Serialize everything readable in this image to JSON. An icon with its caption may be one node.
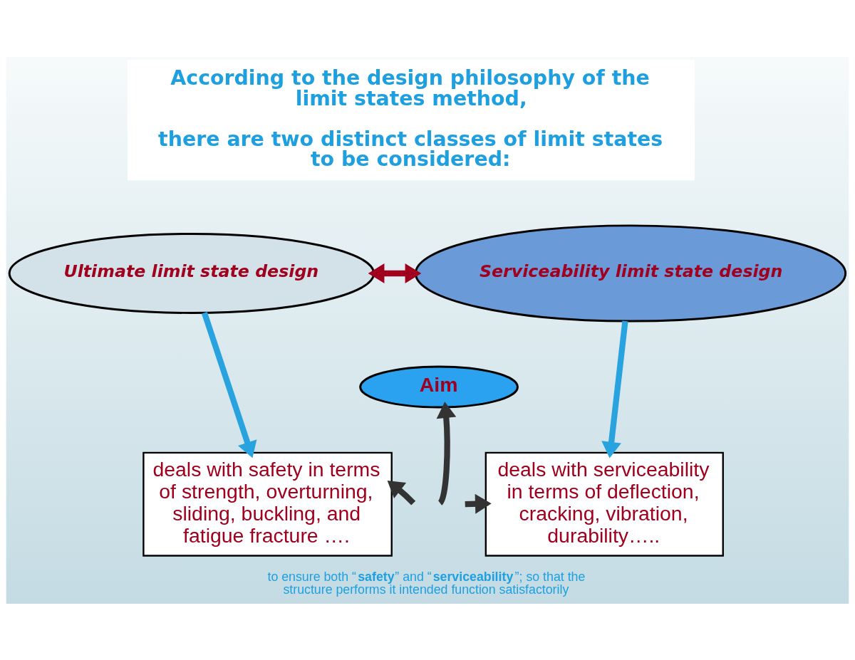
{
  "diagram": {
    "caption": "to ensure both “**safety**” and “**serviceability**”; so that the structure performs it intended function satisfactorily",
    "nodes": [
      {
        "text": [
          "According to the design philosophy of the limit states method,",
          "there are two distinct classes of limit states to be considered:"
        ]
      },
      {
        "text": [
          "Ultimate limit state design"
        ]
      },
      {
        "text": [
          "Serviceability limit state design"
        ]
      },
      {
        "text": [
          "Aim"
        ]
      },
      {
        "text": [
          "deals with safety in terms of strength, overturning, sliding, buckling, and fatigue fracture …."
        ]
      },
      {
        "text": [
          "deals with serviceability in terms of deflection, cracking, vibration, durability….."
        ]
      }
    ],
    "edges": [
      {
        "from": 1,
        "to": 2,
        "arrow": "both",
        "color": "#a0001e"
      },
      {
        "from": 1,
        "to": 4,
        "arrow": "to",
        "color": "#29a3e0"
      },
      {
        "from": 2,
        "to": 5,
        "arrow": "to",
        "color": "#29a3e0"
      },
      {
        "from": null,
        "to": 3,
        "arrow": "to",
        "color": "#333333"
      },
      {
        "from": null,
        "to": 4,
        "arrow": "to",
        "color": "#333333"
      },
      {
        "from": null,
        "to": 5,
        "arrow": "to",
        "color": "#333333"
      }
    ]
  }
}
